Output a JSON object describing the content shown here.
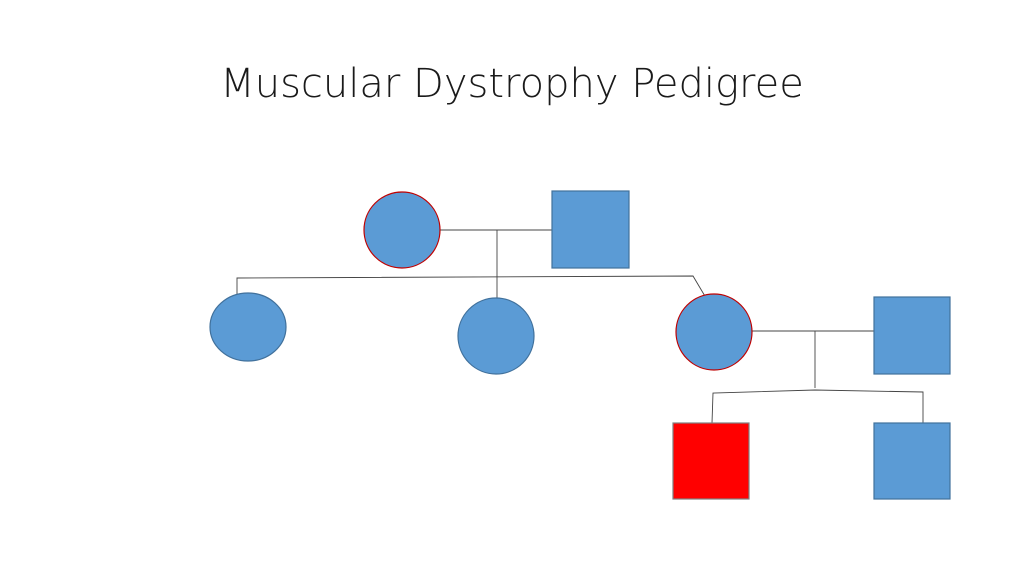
{
  "title": "Muscular Dystrophy Pedigree",
  "colors": {
    "unaffected": "#5b9bd5",
    "affected": "#ff0000",
    "carrier_outline": "#c00000",
    "default_outline": "#41719c",
    "line": "#444444"
  },
  "individuals": [
    {
      "id": "gen1-mother",
      "sex": "female",
      "status": "carrier"
    },
    {
      "id": "gen1-father",
      "sex": "male",
      "status": "unaffected"
    },
    {
      "id": "gen2-daughter-1",
      "sex": "female",
      "status": "unaffected"
    },
    {
      "id": "gen2-daughter-2",
      "sex": "female",
      "status": "unaffected"
    },
    {
      "id": "gen2-daughter-3",
      "sex": "female",
      "status": "carrier"
    },
    {
      "id": "gen2-son-in-law",
      "sex": "male",
      "status": "unaffected"
    },
    {
      "id": "gen3-son-1",
      "sex": "male",
      "status": "affected"
    },
    {
      "id": "gen3-son-2",
      "sex": "male",
      "status": "unaffected"
    }
  ]
}
